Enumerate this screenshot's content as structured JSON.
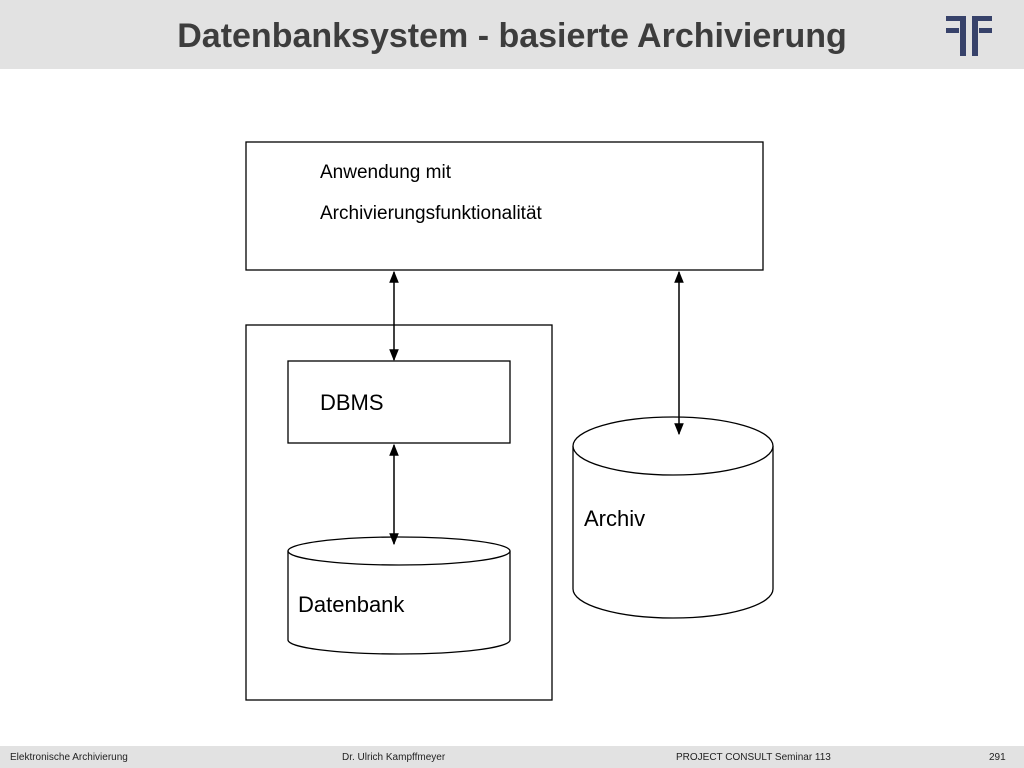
{
  "slide": {
    "title": "Datenbanksystem - basierte Archivierung"
  },
  "diagram": {
    "application_box": {
      "line1": "Anwendung mit",
      "line2": "Archivierungsfunktionalität"
    },
    "dbms_box": {
      "label": "DBMS"
    },
    "database_cylinder": {
      "label": "Datenbank"
    },
    "archive_cylinder": {
      "label": "Archiv"
    }
  },
  "footer": {
    "left": "Elektronische Archivierung",
    "center": "Dr. Ulrich Kampffmeyer",
    "right": "PROJECT CONSULT Seminar 113",
    "page_number": "291"
  },
  "colors": {
    "header_bg": "#e2e2e2",
    "title_text": "#3d3d3d",
    "logo": "#37426a",
    "lines": "#000000"
  },
  "icons": {
    "logo": "project-consult-logo-icon"
  }
}
